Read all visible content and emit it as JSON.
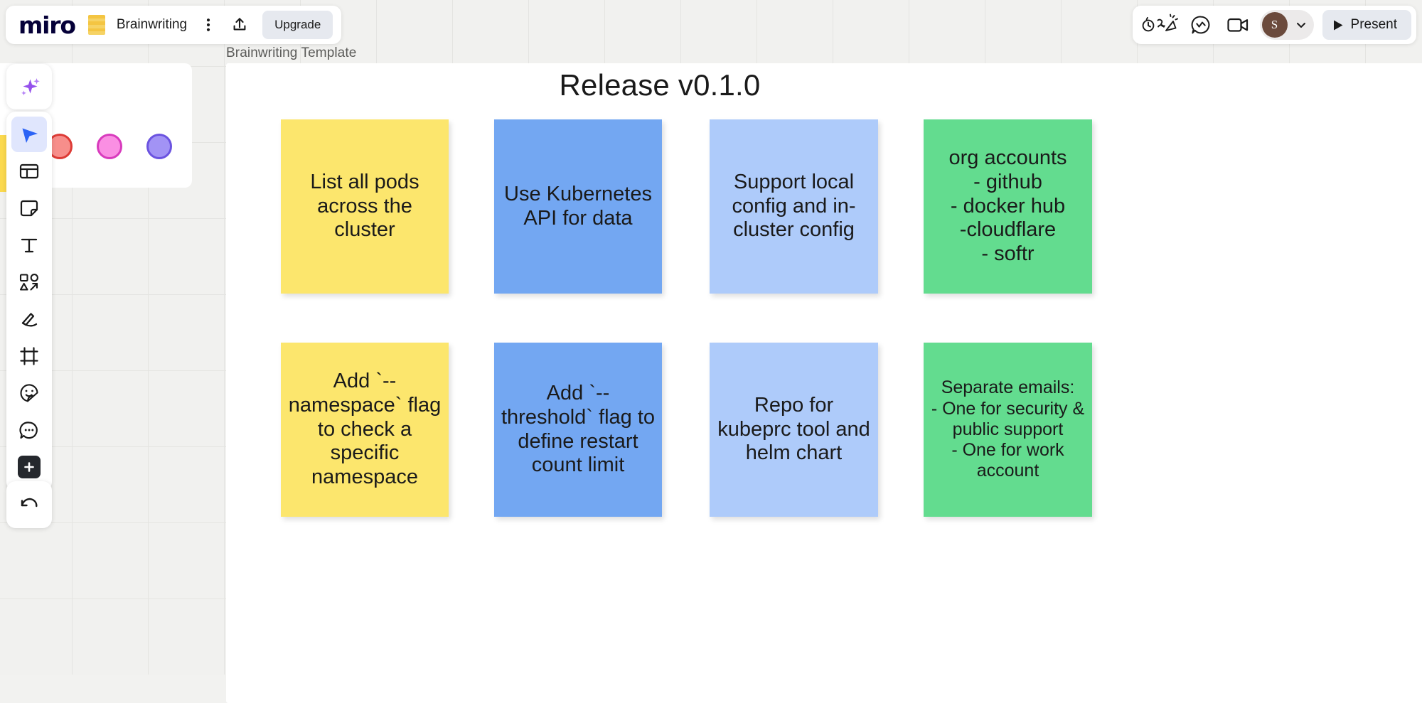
{
  "header": {
    "logo_text": "miro",
    "board_name": "Brainwriting",
    "more_icon": "kebab-menu-icon",
    "share_icon": "upload-share-icon",
    "upgrade_label": "Upgrade",
    "timer_icon": "timer-voting-icon",
    "chat_icon": "chat-bubble-icon",
    "video_icon": "video-camera-icon",
    "avatar_initial": "S",
    "chevron_icon": "chevron-down-icon",
    "present_label": "Present",
    "present_icon": "play-triangle-icon"
  },
  "toolbar": {
    "items": [
      {
        "name": "ai-sparkles-tool",
        "icon": "sparkles-icon",
        "active": false
      },
      {
        "name": "select-tool",
        "icon": "cursor-arrow-icon",
        "active": true
      },
      {
        "name": "templates-tool",
        "icon": "template-grid-icon",
        "active": false
      },
      {
        "name": "sticky-note-tool",
        "icon": "sticky-note-icon",
        "active": false
      },
      {
        "name": "text-tool",
        "icon": "text-t-icon",
        "active": false
      },
      {
        "name": "shapes-tool",
        "icon": "shapes-icon",
        "active": false
      },
      {
        "name": "pen-tool",
        "icon": "marker-pen-icon",
        "active": false
      },
      {
        "name": "frame-tool",
        "icon": "frame-icon",
        "active": false
      },
      {
        "name": "sticker-tool",
        "icon": "sticker-smiley-icon",
        "active": false
      },
      {
        "name": "comment-tool",
        "icon": "comment-bubble-icon",
        "active": false
      },
      {
        "name": "more-apps-tool",
        "icon": "plus-square-icon",
        "active": false
      },
      {
        "name": "undo-tool",
        "icon": "undo-arrow-icon",
        "active": false
      }
    ]
  },
  "canvas": {
    "frames": [
      {
        "name": "brainwriting-template-frame",
        "label": "Brainwriting Template"
      }
    ],
    "board_title": "Release v0.1.0",
    "dots": [
      {
        "name": "vote-dot-red",
        "fill": "#f78e8b",
        "stroke": "#dd3b36"
      },
      {
        "name": "vote-dot-pink",
        "fill": "#fa8fe3",
        "stroke": "#d83bbd"
      },
      {
        "name": "vote-dot-purple",
        "fill": "#a293f5",
        "stroke": "#6b53e0"
      }
    ],
    "sticky_notes": [
      {
        "name": "sticky-list-all-pods",
        "text": "List all pods across the cluster",
        "color": "#fce66d",
        "row": 1,
        "col": 1,
        "font_size": 29
      },
      {
        "name": "sticky-use-kubernetes-api",
        "text": "Use Kubernetes API for data",
        "color": "#73a7f2",
        "row": 1,
        "col": 2,
        "font_size": 29
      },
      {
        "name": "sticky-support-local-config",
        "text": "Support local config and in-cluster config",
        "color": "#aecbfa",
        "row": 1,
        "col": 3,
        "font_size": 29
      },
      {
        "name": "sticky-org-accounts",
        "text": "org accounts\n- github\n- docker hub\n-cloudflare\n- softr",
        "color": "#63dc8f",
        "row": 1,
        "col": 4,
        "font_size": 29
      },
      {
        "name": "sticky-namespace-flag",
        "text": "Add `--namespace` flag to check a specific namespace",
        "color": "#fce66d",
        "row": 2,
        "col": 1,
        "font_size": 29
      },
      {
        "name": "sticky-threshold-flag",
        "text": "Add `--threshold` flag to define restart count limit",
        "color": "#73a7f2",
        "row": 2,
        "col": 2,
        "font_size": 29
      },
      {
        "name": "sticky-repo-kubeprc",
        "text": "Repo for kubeprc tool and helm chart",
        "color": "#aecbfa",
        "row": 2,
        "col": 3,
        "font_size": 29
      },
      {
        "name": "sticky-separate-emails",
        "text": "Separate emails:\n- One for security & public support\n- One for work account",
        "color": "#63dc8f",
        "row": 2,
        "col": 4,
        "font_size": 25
      }
    ]
  },
  "colors": {
    "accent": "#4262ff",
    "logo": "#050038",
    "upgrade_bg": "#e6e9ef",
    "avatar_bg": "#6b4a3c"
  }
}
